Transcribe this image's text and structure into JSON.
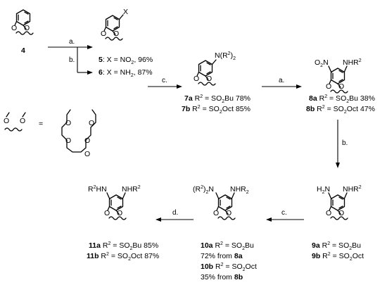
{
  "compounds": {
    "c4": {
      "id": "4"
    },
    "c5": {
      "id": "5",
      "text": ": X = NO",
      "sub": "2",
      "yield": ", 96%"
    },
    "c6": {
      "id": "6",
      "text": ": X = NH",
      "sub": "2",
      "yield": ", 87%"
    },
    "c7a": {
      "id": "7a",
      "pre": " R",
      "sup": "2",
      "text": " = SO",
      "sub": "2",
      "tail": "Bu 78%"
    },
    "c7b": {
      "id": "7b",
      "pre": " R",
      "sup": "2",
      "text": " = SO",
      "sub": "2",
      "tail": "Oct 85%"
    },
    "c8a": {
      "id": "8a",
      "pre": " R",
      "sup": "2",
      "text": " = SO",
      "sub": "2",
      "tail": "Bu 38%"
    },
    "c8b": {
      "id": "8b",
      "pre": " R",
      "sup": "2",
      "text": " = SO",
      "sub": "2",
      "tail": "Oct 47%"
    },
    "c9a": {
      "id": "9a",
      "pre": " R",
      "sup": "2",
      "text": " = SO",
      "sub": "2",
      "tail": "Bu"
    },
    "c9b": {
      "id": "9b",
      "pre": " R",
      "sup": "2",
      "text": " = SO",
      "sub": "2",
      "tail": "Oct"
    },
    "c10a": {
      "id": "10a",
      "pre": " R",
      "sup": "2",
      "text": " = SO",
      "sub": "2",
      "tail": "Bu",
      "from_text": "72% from ",
      "from_id": "8a"
    },
    "c10b": {
      "id": "10b",
      "pre": " R",
      "sup": "2",
      "text": " = SO",
      "sub": "2",
      "tail": "Oct",
      "from_text": "35% from ",
      "from_id": "8b"
    },
    "c11a": {
      "id": "11a",
      "pre": " R",
      "sup": "2",
      "text": " = SO",
      "sub": "2",
      "tail": "Bu 85%"
    },
    "c11b": {
      "id": "11b",
      "pre": " R",
      "sup": "2",
      "text": " = SO",
      "sub": "2",
      "tail": "Oct 87%"
    }
  },
  "conditions": {
    "a": "a.",
    "b": "b.",
    "c": "c.",
    "d": "d."
  },
  "atoms": {
    "O": "O",
    "X": "X",
    "N": "N",
    "NO2": "O",
    "NO2_sub": "2",
    "NO2_N": "N",
    "R": "R",
    "sup2": "2",
    "H2": "H",
    "NH": "NH",
    "NHR": "NHR",
    "NHR_sub": "2",
    "HN": "HN",
    "NR2_open": "N(R",
    "NR2_close": ")",
    "NR2_sub": "2",
    "R2N_open": "(R",
    "R2N_close": ")",
    "R2N_sub": "2",
    "R2N_N": "N",
    "equals": "="
  }
}
